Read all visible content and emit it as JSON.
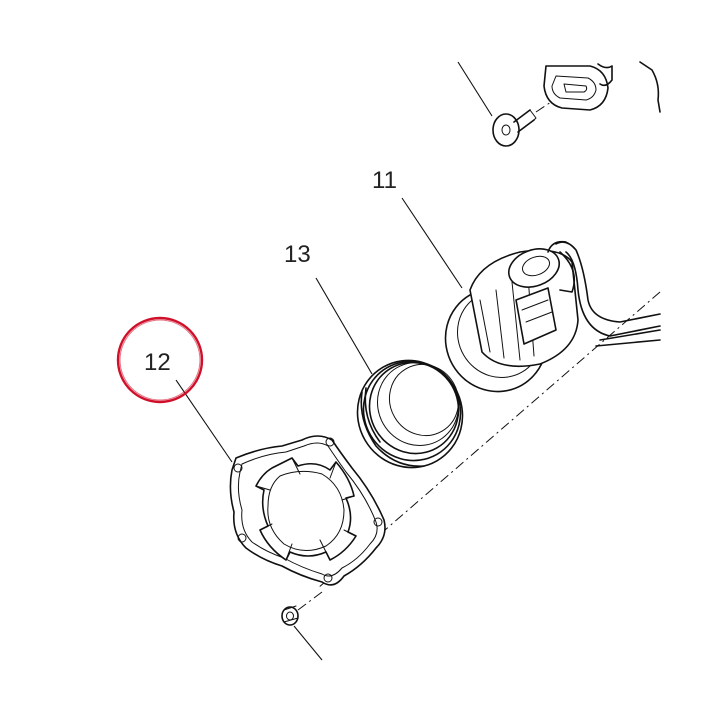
{
  "callouts": {
    "part_11": "11",
    "part_12": "12",
    "part_13": "13"
  },
  "colors": {
    "highlight": "#d0102a",
    "line": "#111111",
    "background": "#ffffff"
  },
  "highlighted_part": "12"
}
